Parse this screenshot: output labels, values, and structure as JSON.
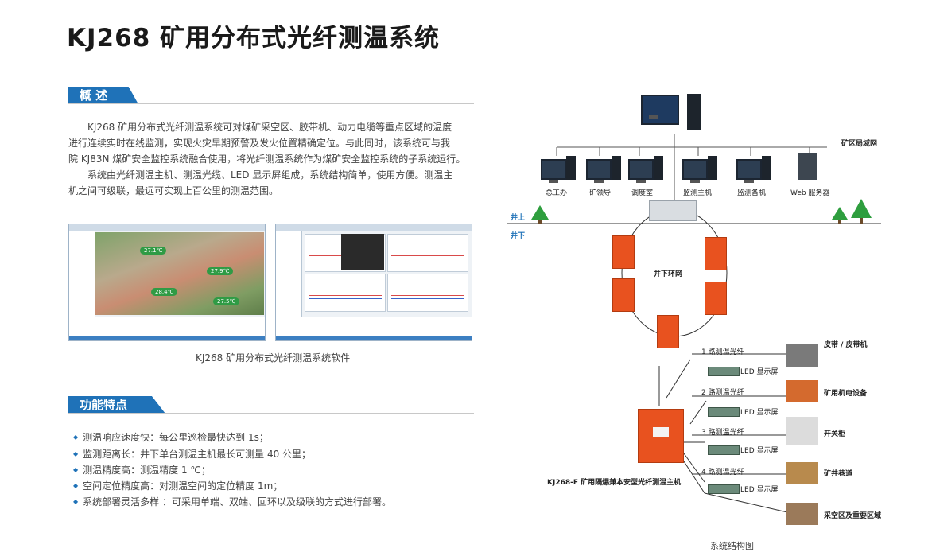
{
  "page_title": "KJ268 矿用分布式光纤测温系统",
  "overview": {
    "heading": "概 述",
    "lines": [
      "KJ268 矿用分布式光纤测温系统可对煤矿采空区、胶带机、动力电缆等重点区域的温度",
      "进行连续实时在线监测，实现火灾早期预警及发火位置精确定位。与此同时，该系统可与我",
      "院 KJ83N 煤矿安全监控系统融合使用，将光纤测温系统作为煤矿安全监控系统的子系统运行。",
      "系统由光纤测温主机、测温光缆、LED 显示屏组成，系统结构简单，使用方便。测温主",
      "机之间可级联，最远可实现上百公里的测温范围。"
    ]
  },
  "software": {
    "caption": "KJ268 矿用分布式光纤测温系统软件",
    "readings": [
      "27.1℃",
      "27.9℃",
      "28.4℃",
      "27.5℃"
    ]
  },
  "features": {
    "heading": "功能特点",
    "items": [
      "测温响应速度快：每公里巡检最快达到 1s；",
      "监测距离长：井下单台测温主机最长可测量 40 公里；",
      "测温精度高：测温精度 1 ℃；",
      "空间定位精度高：对测温空间的定位精度 1m；",
      "系统部署灵活多样 ：可采用单端、双端、回环以及级联的方式进行部署。"
    ]
  },
  "diagram": {
    "caption": "系统结构图",
    "lan_label": "矿区局域网",
    "above_ground": "井上",
    "below_ground": "井下",
    "ring_label": "井下环网",
    "terminals": [
      "总工办",
      "矿领导",
      "调度室",
      "监测主机",
      "监测备机",
      "Web 服务器"
    ],
    "host_label": "KJ268-F 矿用隔爆兼本安型光纤测温主机",
    "channels": [
      {
        "fiber": "1 路测温光纤",
        "led": "LED 显示屏",
        "target": "皮带 / 皮带机"
      },
      {
        "fiber": "2 路测温光纤",
        "led": "LED 显示屏",
        "target": "矿用机电设备"
      },
      {
        "fiber": "3 路测温光纤",
        "led": "LED 显示屏",
        "target": "开关柜"
      },
      {
        "fiber": "4 路测温光纤",
        "led": "LED 显示屏",
        "target": "矿井巷道"
      }
    ],
    "last_target": "采空区及重要区域",
    "colors": {
      "accent": "#1f72b8",
      "box": "#e8521f",
      "tree": "#2e9e3e"
    }
  }
}
